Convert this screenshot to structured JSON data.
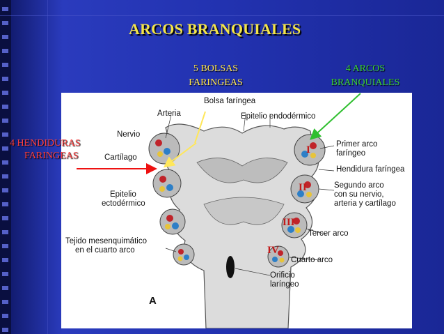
{
  "slide": {
    "title": "ARCOS BRANQUIALES",
    "labels": {
      "bolsas": "5 BOLSAS\nFARINGEAS",
      "bolsas_line1": "5 BOLSAS",
      "bolsas_line2": "FARINGEAS",
      "arcos_line1": "4 ARCOS",
      "arcos_line2": "BRANQUIALES",
      "hendiduras_line1": "4  HENDIDURAS",
      "hendiduras_line2": "FARINGEAS"
    },
    "colors": {
      "title": "#f3e44a",
      "bolsas": "#ffe75a",
      "arcos": "#3bd13b",
      "hendiduras": "#ff4040"
    }
  },
  "figure": {
    "annotations": {
      "arteria": "Arteria",
      "bolsa": "Bolsa faríngea",
      "epitelio_endo": "Epitelio endodérmico",
      "nervio": "Nervio",
      "cartilago": "Cartílago",
      "primer_arco_1": "Primer arco",
      "primer_arco_2": "faríngeo",
      "hendidura": "Hendidura faríngea",
      "epitelio_ecto_1": "Epitelio",
      "epitelio_ecto_2": "ectodérmico",
      "segundo_1": "Segundo arco",
      "segundo_2": "con su nervio,",
      "segundo_3": "arteria y cartílago",
      "tercer": "Tercer arco",
      "tejido_1": "Tejido mesenquimático",
      "tejido_2": "en el cuarto arco",
      "cuarto": "Cuarto arco",
      "orificio_1": "Orificio",
      "orificio_2": "laríngeo",
      "panel": "A"
    },
    "roman": [
      "I",
      "II",
      "III",
      "IV"
    ]
  }
}
